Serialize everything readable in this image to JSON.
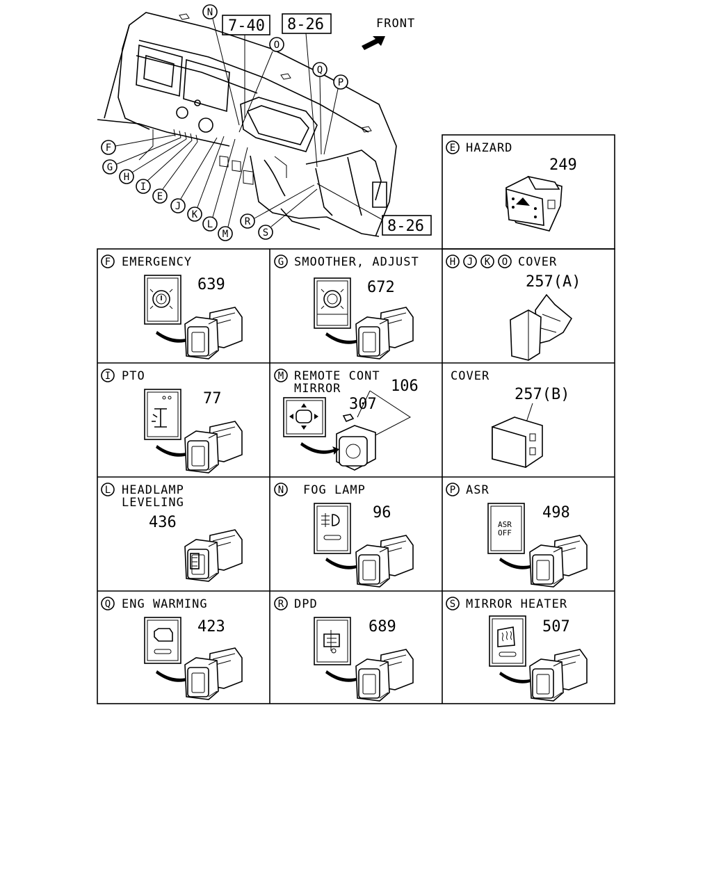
{
  "overview": {
    "front_label": "FRONT",
    "refs": [
      "7-40",
      "8-26",
      "8-26"
    ],
    "callouts": [
      "N",
      "O",
      "Q",
      "P",
      "F",
      "G",
      "H",
      "I",
      "E",
      "J",
      "K",
      "L",
      "M",
      "R",
      "S"
    ]
  },
  "cells": [
    {
      "id": "E",
      "circles": [
        "E"
      ],
      "title_lines": [
        "HAZARD"
      ],
      "part_number": "249",
      "icon": "hazard-switch-icon"
    },
    {
      "id": "F",
      "circles": [
        "F"
      ],
      "title_lines": [
        "EMERGENCY"
      ],
      "part_number": "639",
      "icon": "emergency-brake-icon"
    },
    {
      "id": "G",
      "circles": [
        "G"
      ],
      "title_lines": [
        "SMOOTHER, ADJUST"
      ],
      "part_number": "672",
      "icon": "smoother-adjust-icon"
    },
    {
      "id": "HJKO",
      "circles": [
        "H",
        "J",
        "K",
        "O"
      ],
      "title_lines": [
        "COVER"
      ],
      "part_number": "257(A)",
      "icon": "cover-a-icon"
    },
    {
      "id": "I",
      "circles": [
        "I"
      ],
      "title_lines": [
        "PTO"
      ],
      "part_number": "77",
      "icon": "pto-icon"
    },
    {
      "id": "M",
      "circles": [
        "M"
      ],
      "title_lines": [
        "REMOTE CONT",
        "MIRROR"
      ],
      "part_number": "106",
      "part_number_2": "307",
      "icon": "remote-mirror-icon"
    },
    {
      "id": "COVER_B",
      "circles": [],
      "title_lines": [
        "COVER"
      ],
      "part_number": "257(B)",
      "icon": "cover-b-icon"
    },
    {
      "id": "L",
      "circles": [
        "L"
      ],
      "title_lines": [
        "HEADLAMP",
        "LEVELING"
      ],
      "part_number": "436",
      "icon": "headlamp-leveling-icon"
    },
    {
      "id": "N",
      "circles": [
        "N"
      ],
      "title_lines": [
        "FOG LAMP"
      ],
      "part_number": "96",
      "icon": "fog-lamp-icon"
    },
    {
      "id": "P",
      "circles": [
        "P"
      ],
      "title_lines": [
        "ASR"
      ],
      "part_number": "498",
      "icon": "asr-off-icon",
      "icon_text": [
        "ASR",
        "OFF"
      ]
    },
    {
      "id": "Q",
      "circles": [
        "Q"
      ],
      "title_lines": [
        "ENG WARMING"
      ],
      "part_number": "423",
      "icon": "engine-warming-icon"
    },
    {
      "id": "R",
      "circles": [
        "R"
      ],
      "title_lines": [
        "DPD"
      ],
      "part_number": "689",
      "icon": "dpd-icon"
    },
    {
      "id": "S",
      "circles": [
        "S"
      ],
      "title_lines": [
        "MIRROR HEATER"
      ],
      "part_number": "507",
      "icon": "mirror-heater-icon"
    }
  ]
}
